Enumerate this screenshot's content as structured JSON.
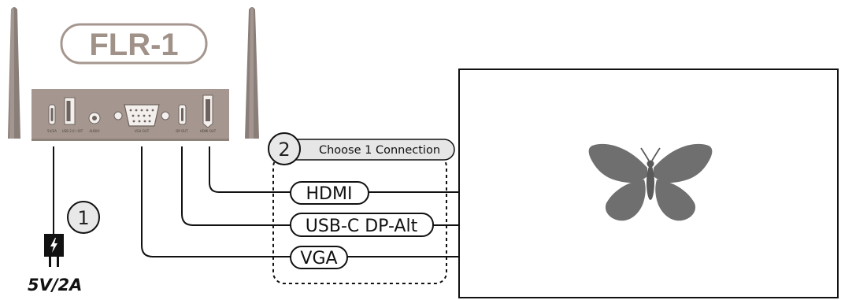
{
  "device": {
    "model": "FLR-1",
    "port_labels": [
      "5V/2A",
      "USB 2.0 / IOT",
      "AUDIO",
      "VGA OUT",
      "DP OUT",
      "HDMI OUT"
    ]
  },
  "steps": [
    {
      "number": "1"
    },
    {
      "number": "2",
      "label": "Choose 1 Connection"
    }
  ],
  "connections": [
    "HDMI",
    "USB-C DP-Alt",
    "VGA"
  ],
  "power": {
    "label": "5V/2A"
  },
  "display": {
    "content_icon": "butterfly-icon"
  },
  "colors": {
    "device_body": "#a59790",
    "antenna": "#8a7e78",
    "port": "#f2efec",
    "line": "#111111",
    "step2_fill": "#e6e6e6"
  }
}
